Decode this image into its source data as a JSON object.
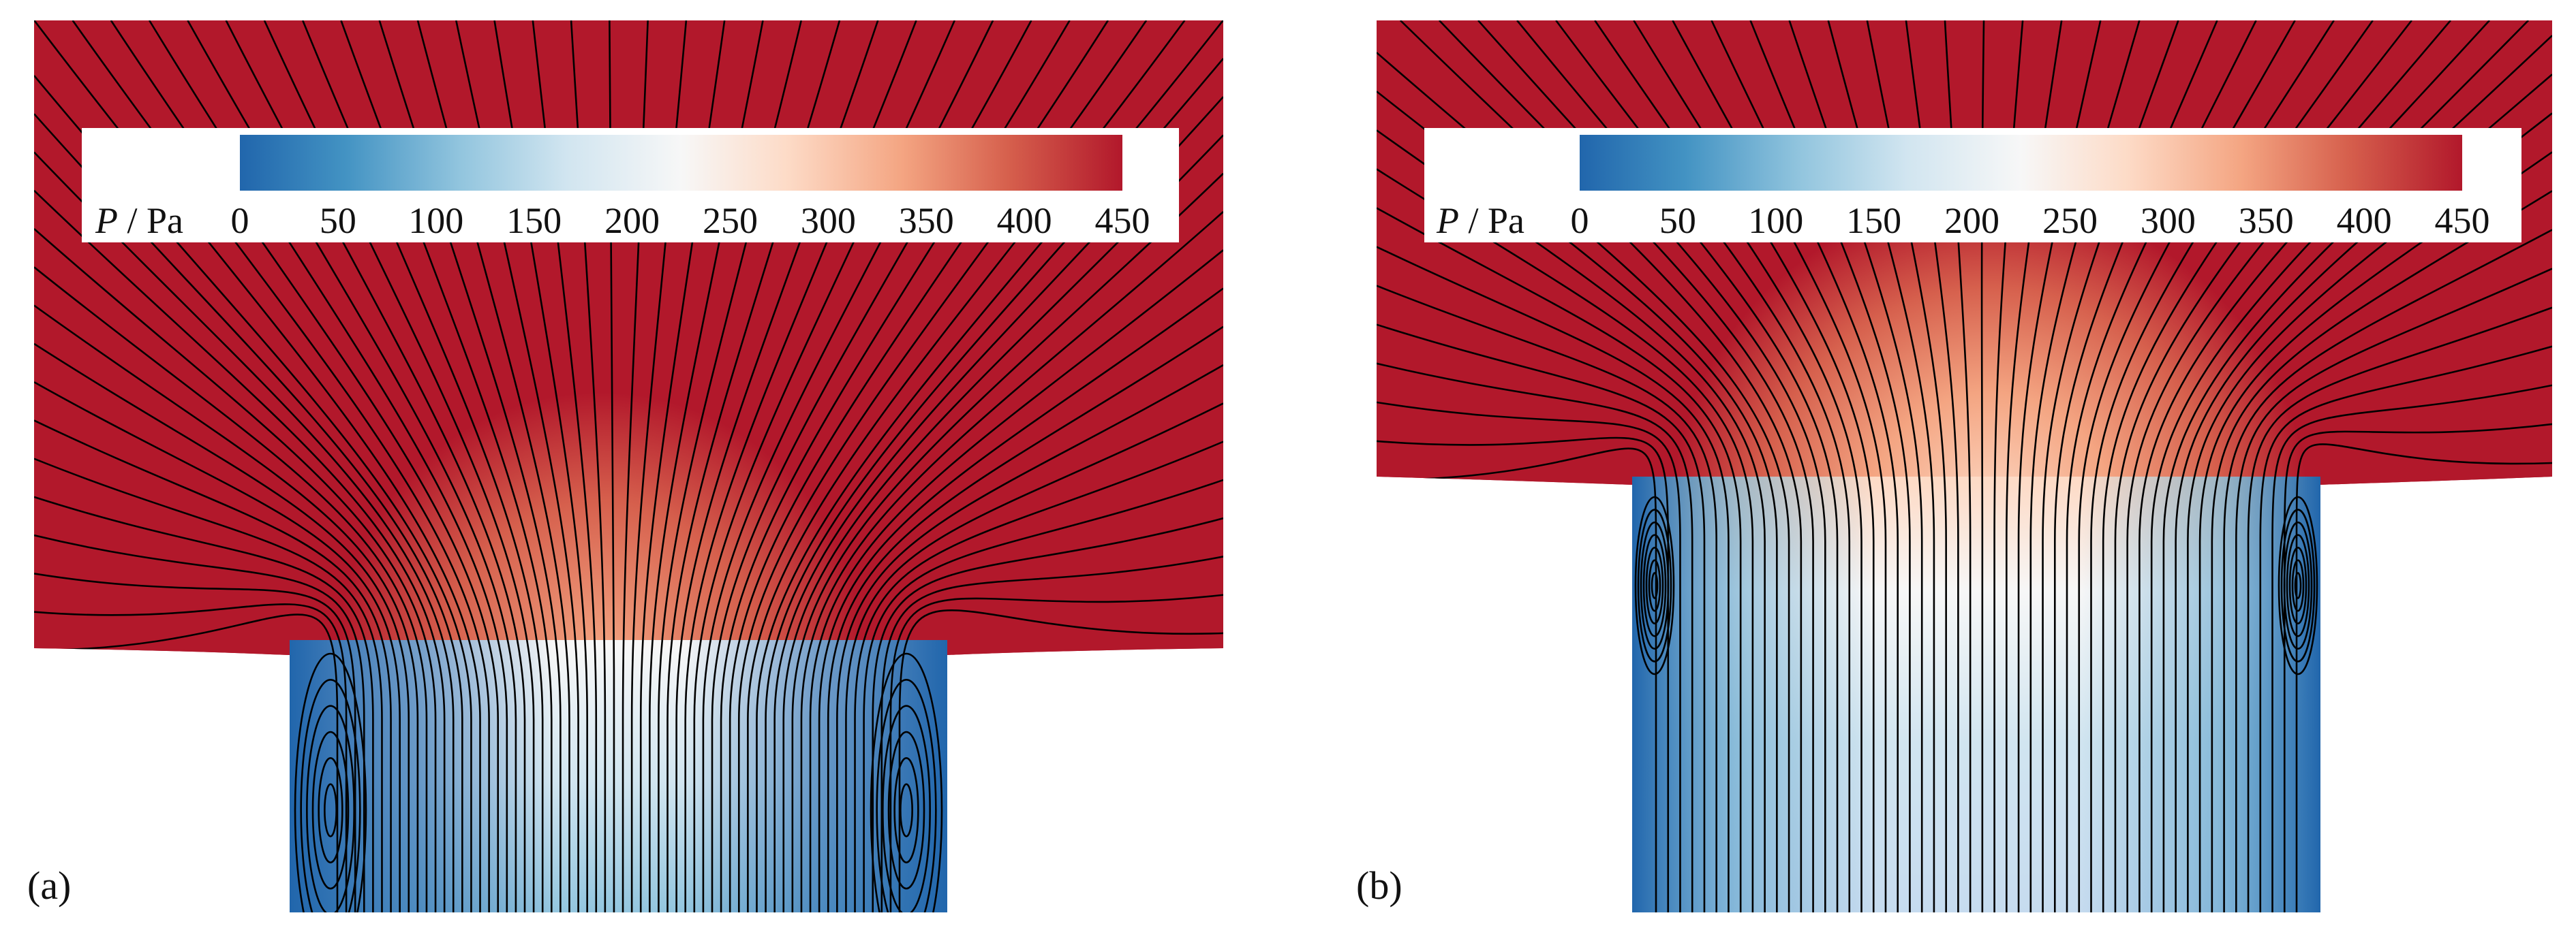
{
  "figure": {
    "colorbar": {
      "variable": "P",
      "separator": " / ",
      "unit": "Pa",
      "ticks": [
        0,
        50,
        100,
        150,
        200,
        250,
        300,
        350,
        400,
        450
      ],
      "range": [
        0,
        450
      ],
      "colormap": [
        "#2166ac",
        "#4393c3",
        "#92c5de",
        "#d1e5f0",
        "#f7f7f7",
        "#fddbc7",
        "#f4a582",
        "#d6604d",
        "#b2182b"
      ]
    },
    "panels": [
      {
        "label": "(a)",
        "pattern": "wide-inlet"
      },
      {
        "label": "(b)",
        "pattern": "narrow-inlet"
      }
    ],
    "colors": {
      "high_pressure": "#b2182b",
      "streamline": "#000000"
    }
  }
}
